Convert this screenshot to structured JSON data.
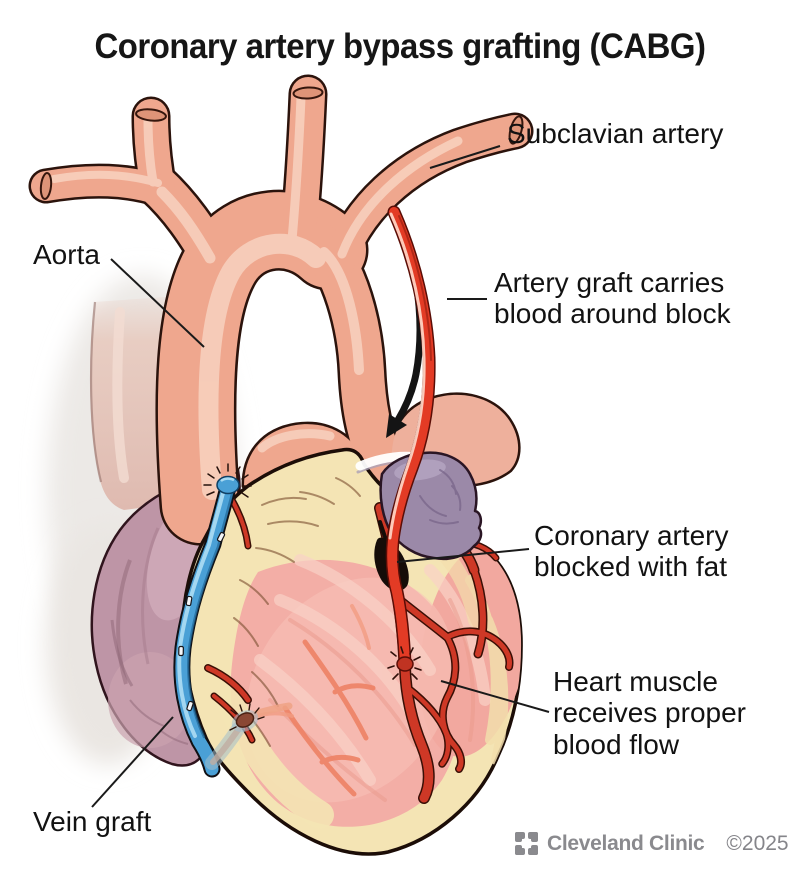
{
  "title": "Coronary artery bypass grafting (CABG)",
  "labels": [
    {
      "id": "subclavian-artery",
      "text": "Subclavian artery"
    },
    {
      "id": "aorta",
      "text": "Aorta"
    },
    {
      "id": "artery-graft",
      "text": "Artery graft carries\nblood around block"
    },
    {
      "id": "coronary-blocked",
      "text": "Coronary artery\nblocked with fat"
    },
    {
      "id": "heart-muscle",
      "text": "Heart muscle\nreceives proper\nblood flow"
    },
    {
      "id": "vein-graft",
      "text": "Vein graft"
    }
  ],
  "footer": {
    "brand": "Cleveland Clinic",
    "copyright": "©2025",
    "logo_icon": "cleveland-clinic-logo-mark"
  },
  "colors": {
    "artery_graft_red": "#E33B25",
    "vein_graft_blue": "#4AA0D6",
    "vessel_salmon": "#EFA78E",
    "heart_fat_yellow": "#F4E4B4",
    "heart_muscle_pink": "#F3AEA6",
    "right_heart_purple": "#BE95A6",
    "appendage_purple": "#9B89A8",
    "blockage_black": "#150C08",
    "leader_line": "#1A1A1A",
    "label_text": "#121212",
    "brand_gray": "#8A8A8E"
  }
}
